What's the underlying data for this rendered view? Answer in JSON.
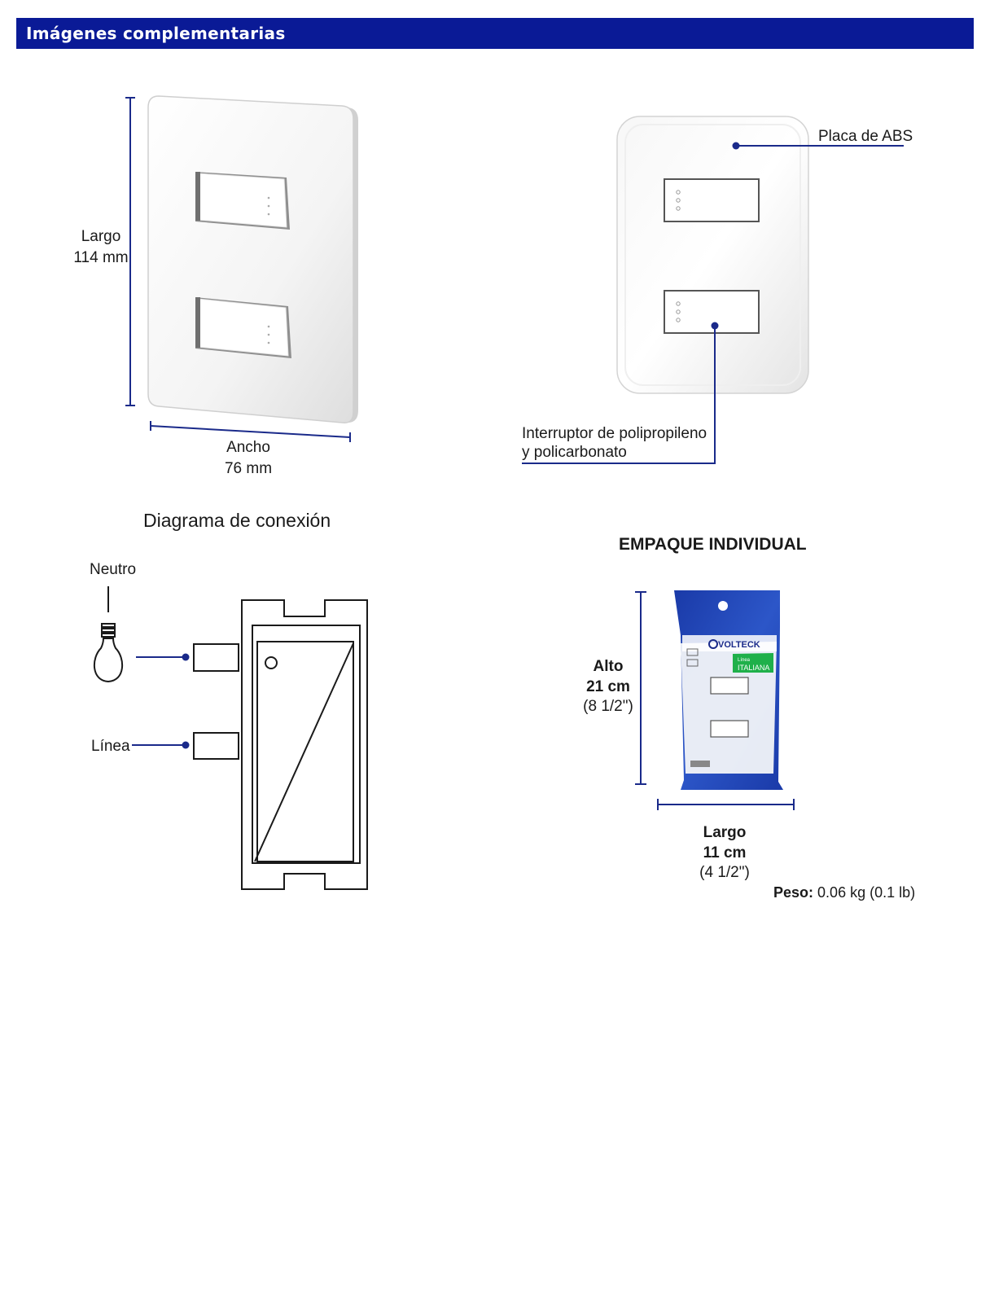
{
  "header": {
    "title": "Imágenes complementarias"
  },
  "dimensions_product": {
    "height_label": "Largo",
    "height_value": "114 mm",
    "width_label": "Ancho",
    "width_value": "76 mm"
  },
  "materials": {
    "plate": "Placa de ABS",
    "switch_line1": "Interruptor de polipropileno",
    "switch_line2": "y policarbonato"
  },
  "diagram": {
    "title": "Diagrama de conexión",
    "neutral": "Neutro",
    "line": "Línea"
  },
  "package": {
    "title": "EMPAQUE INDIVIDUAL",
    "height_label": "Alto",
    "height_value": "21 cm",
    "height_inches": "(8 1/2\")",
    "length_label": "Largo",
    "length_value": "11 cm",
    "length_inches": "(4 1/2\")",
    "weight_label": "Peso:",
    "weight_value": "0.06 kg (0.1 lb)",
    "brand": "VOLTECK",
    "line_name_small": "Línea",
    "line_name": "ITALIANA"
  },
  "colors": {
    "accent": "#0a1a96",
    "dimension_line": "#1a2a8a",
    "package_blue": "#1f3fb0",
    "package_green": "#1fb04a"
  }
}
